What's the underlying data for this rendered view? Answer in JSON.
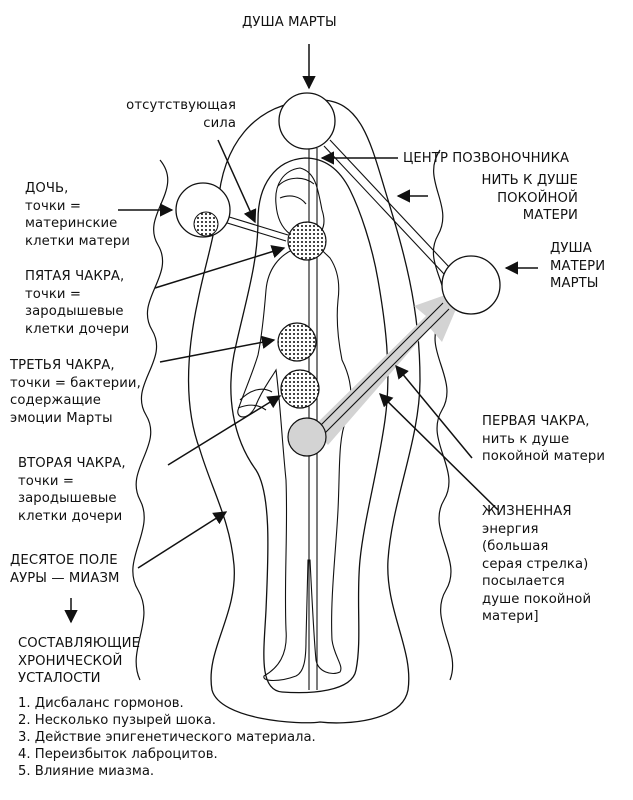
{
  "labels": {
    "soul_marta": "ДУША МАРТЫ",
    "missing_force": [
      "отсутствующая",
      "сила"
    ],
    "spine_center": "ЦЕНТР ПОЗВОНОЧНИКА",
    "thread_soul": [
      "НИТЬ К ДУШЕ",
      "ПОКОЙНОЙ",
      "МАТЕРИ"
    ],
    "daughter": [
      "ДОЧЬ,",
      "точки =",
      "материнские",
      "клетки матери"
    ],
    "soul_mother": [
      "ДУША",
      "МАТЕРИ",
      "МАРТЫ"
    ],
    "fifth_chakra": [
      "ПЯТАЯ ЧАКРА,",
      "точки =",
      "зародышевые",
      "клетки дочери"
    ],
    "third_chakra": [
      "ТРЕТЬЯ ЧАКРА,",
      "точки = бактерии,",
      "содержащие",
      "эмоции Марты"
    ],
    "first_chakra": [
      "ПЕРВАЯ ЧАКРА,",
      "нить к душе",
      "покойной матери"
    ],
    "second_chakra": [
      "ВТОРАЯ ЧАКРА,",
      "точки =",
      "зародышевые",
      "клетки дочери"
    ],
    "life_energy": [
      "ЖИЗНЕННАЯ",
      "энергия",
      "(большая",
      "серая стрелка)",
      "посылается",
      "душе покойной",
      "матери]"
    ],
    "tenth_field": [
      "ДЕСЯТОЕ ПОЛЕ",
      "АУРЫ — МИАЗМ"
    ],
    "components": [
      "СОСТАВЛЯЮЩИЕ",
      "ХРОНИЧЕСКОЙ",
      "УСТАЛОСТИ"
    ]
  },
  "list": [
    "1. Дисбаланс гормонов.",
    "2. Несколько пузырей шока.",
    "3. Действие эпигенетического материала.",
    "4. Переизбыток лаброцитов.",
    "5. Влияние миазма."
  ],
  "colors": {
    "ink": "#111111",
    "gray_arrow": "#d3d3d3",
    "paper": "#ffffff"
  }
}
